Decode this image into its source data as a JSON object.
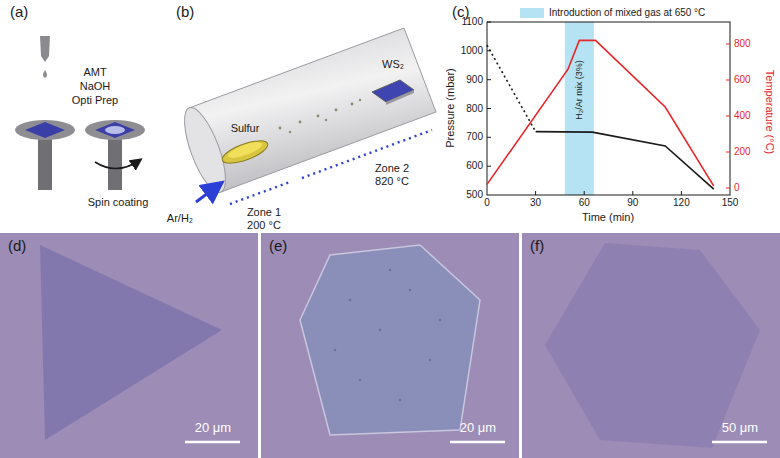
{
  "diagram": {
    "labels": [
      "(a)",
      "AMT",
      "NaOH",
      "Opti Prep",
      "Spin coating",
      "(b)",
      "Sulfur",
      "WS₂",
      "Zone 1",
      "200 °C",
      "Zone 2",
      "820 °C",
      "Ar/H₂",
      "(c)",
      "Pressure (mbar)",
      "Temperature (°C)",
      "Time (min)",
      "H₂/Ar mix (3%)",
      "1100",
      "1000",
      "900",
      "800",
      "700",
      "600",
      "500",
      "0",
      "30",
      "60",
      "90",
      "120",
      "150",
      "800",
      "600",
      "400",
      "200",
      "0",
      "(d)",
      "20 μm",
      "(e)",
      "20 μm",
      "(f)",
      "50 μm"
    ],
    "legend": [
      {
        "text": "Introduction of mixed gas at 650 °C",
        "color": "#b6e3f4"
      }
    ]
  }
}
